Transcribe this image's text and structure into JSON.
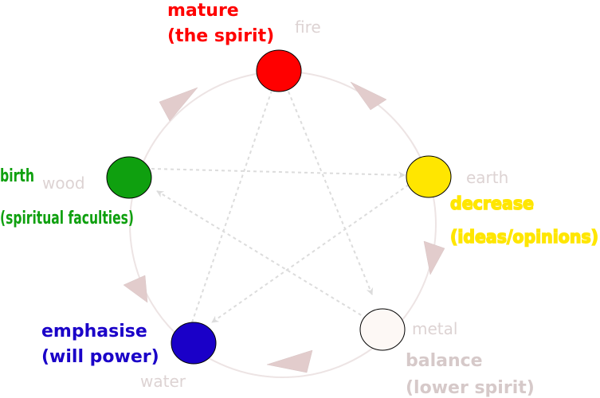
{
  "nodes": {
    "fire": {
      "element": "fire",
      "phase_line1": "mature",
      "phase_line2": "(the spirit)",
      "fill": "#ff0000",
      "label_color": "#ff0000"
    },
    "earth": {
      "element": "earth",
      "phase_line1": "decrease",
      "phase_line2": "(ideas/opinions)",
      "fill": "#ffe600",
      "label_color": "#ffe600"
    },
    "metal": {
      "element": "metal",
      "phase_line1": "balance",
      "phase_line2": "(lower spirit)",
      "fill": "#fdf8f5",
      "label_color": "#d6c9c9"
    },
    "water": {
      "element": "water",
      "phase_line1": "emphasise",
      "phase_line2": "(will power)",
      "fill": "#1a00c8",
      "label_color": "#1a00c8"
    },
    "wood": {
      "element": "wood",
      "phase_line1": "birth",
      "phase_line2": "(spiritual faculties)",
      "fill": "#0fa00f",
      "label_color": "#0fa00f"
    }
  },
  "colors": {
    "cycle_ring": "#ede4e4",
    "cycle_arrow": "#e2cccc",
    "control_line": "#dcdcdc",
    "element_name": "#ddd3d3"
  }
}
